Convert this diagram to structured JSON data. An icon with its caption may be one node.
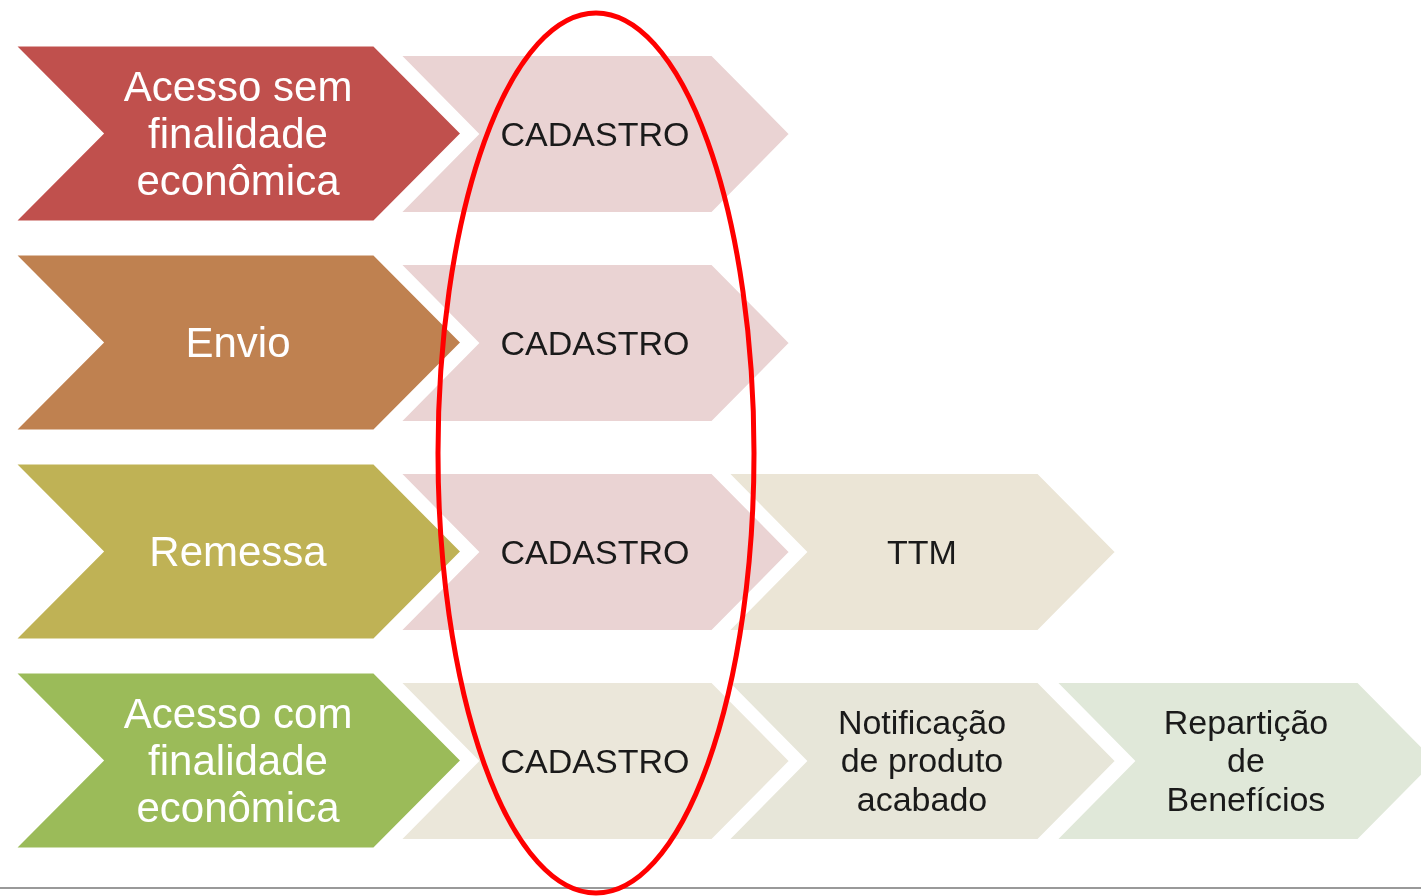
{
  "diagram": {
    "nodes": [
      {
        "text": [
          "Acesso sem finalidade econômica"
        ]
      },
      {
        "text": [
          "CADASTRO"
        ]
      },
      {
        "text": [
          "Envio"
        ]
      },
      {
        "text": [
          "CADASTRO"
        ]
      },
      {
        "text": [
          "Remessa"
        ]
      },
      {
        "text": [
          "CADASTRO"
        ]
      },
      {
        "text": [
          "TTM"
        ]
      },
      {
        "text": [
          "Acesso com finalidade econômica"
        ]
      },
      {
        "text": [
          "CADASTRO"
        ]
      },
      {
        "text": [
          "Notificação de produto acabado"
        ]
      },
      {
        "text": [
          "Repartição de Benefícios"
        ]
      }
    ]
  }
}
